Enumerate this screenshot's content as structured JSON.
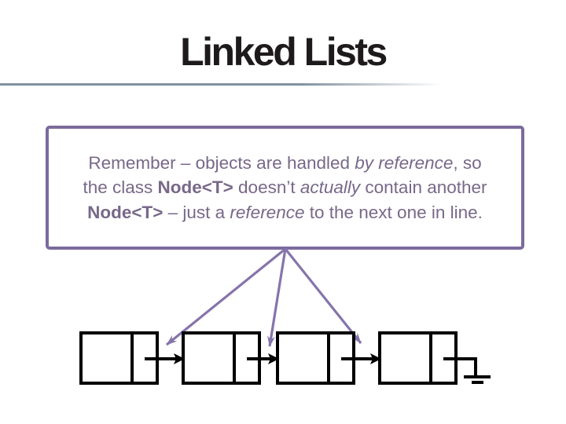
{
  "slide": {
    "title": "Linked Lists",
    "colors": {
      "title_text": "#1e1a1b",
      "underline_gray": "#8191a0",
      "accent_purple": "#7c6a9e",
      "body_text_purple": "#786889",
      "annotation_arrow_purple": "#8674ab",
      "diagram_black": "#000000"
    },
    "callout": {
      "lines": [
        {
          "segs": {
            "s0": "Remember – objects are handled ",
            "s1": "by reference",
            "s2": ", so"
          }
        },
        {
          "segs": {
            "s0": "the class ",
            "s1": "Node<T>",
            "s2": " doesn’t ",
            "s3": "actually",
            "s4": " contain another"
          }
        },
        {
          "segs": {
            "s0": "Node<T>",
            "s1": " – just a ",
            "s2": "reference",
            "s3": " to the next one in line."
          }
        }
      ]
    },
    "diagram": {
      "nodes": [
        {
          "name": "node-1",
          "data_cell": "",
          "next_cell": ""
        },
        {
          "name": "node-2",
          "data_cell": "",
          "next_cell": ""
        },
        {
          "name": "node-3",
          "data_cell": "",
          "next_cell": ""
        },
        {
          "name": "node-4",
          "data_cell": "",
          "next_cell": ""
        }
      ],
      "links": [
        {
          "from": "node-1",
          "to": "node-2"
        },
        {
          "from": "node-2",
          "to": "node-3"
        },
        {
          "from": "node-3",
          "to": "node-4"
        },
        {
          "from": "node-4",
          "to": "null"
        }
      ],
      "terminator": "ground-null-symbol",
      "annotation_arrows": [
        {
          "from": "callout-box",
          "to": "link-1"
        },
        {
          "from": "callout-box",
          "to": "link-2"
        },
        {
          "from": "callout-box",
          "to": "link-3"
        }
      ]
    }
  }
}
